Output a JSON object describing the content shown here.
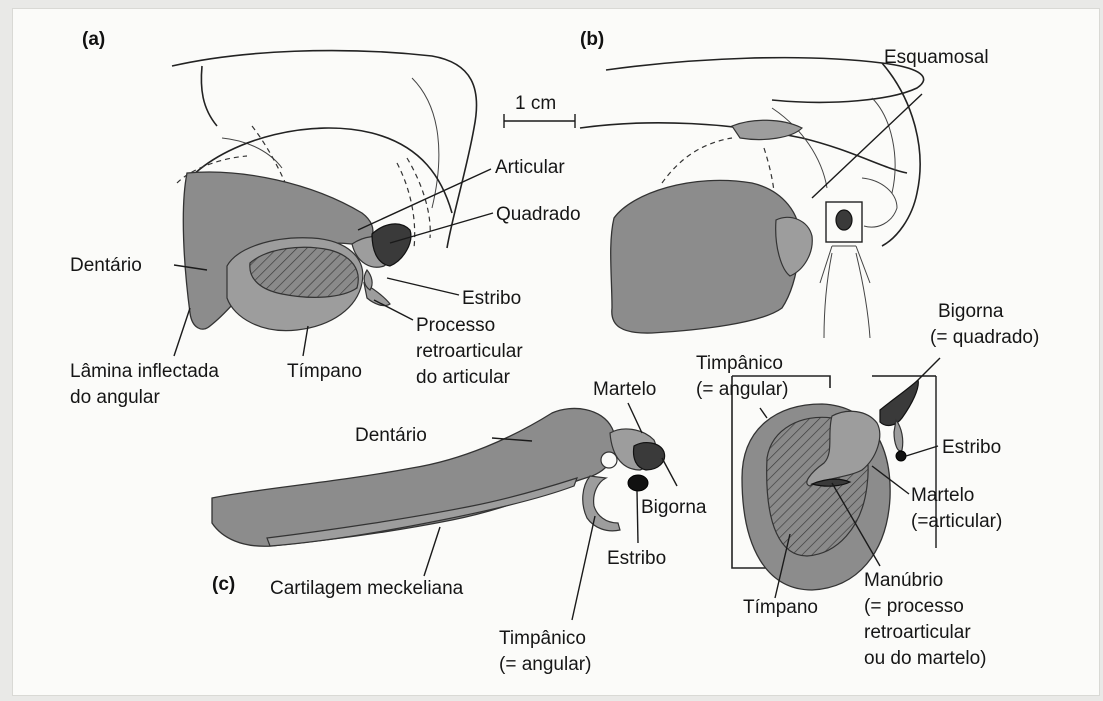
{
  "panels": {
    "a": "(a)",
    "b": "(b)",
    "c": "(c)"
  },
  "scale_bar": "1 cm",
  "labels_a": {
    "articular": "Articular",
    "quadrado": "Quadrado",
    "dentario": "Dentário",
    "estribo": "Estribo",
    "processo_1": "Processo",
    "processo_2": "retroarticular",
    "processo_3": "do articular",
    "lamina_1": "Lâmina inflectada",
    "lamina_2": "do angular",
    "timpano": "Tímpano"
  },
  "labels_b": {
    "esquamosal": "Esquamosal",
    "bigorna_1": "Bigorna",
    "bigorna_2": "(= quadrado)",
    "timpanico_1": "Timpânico",
    "timpanico_2": "(= angular)",
    "estribo": "Estribo",
    "martelo_1": "Martelo",
    "martelo_2": "(=articular)",
    "timpano": "Tímpano",
    "manubrio_1": "Manúbrio",
    "manubrio_2": "(= processo",
    "manubrio_3": "retroarticular",
    "manubrio_4": "ou do martelo)"
  },
  "labels_c": {
    "martelo": "Martelo",
    "dentario": "Dentário",
    "bigorna": "Bigorna",
    "estribo": "Estribo",
    "cartilagem": "Cartilagem meckeliana",
    "timpanico_1": "Timpânico",
    "timpanico_2": "(= angular)"
  }
}
